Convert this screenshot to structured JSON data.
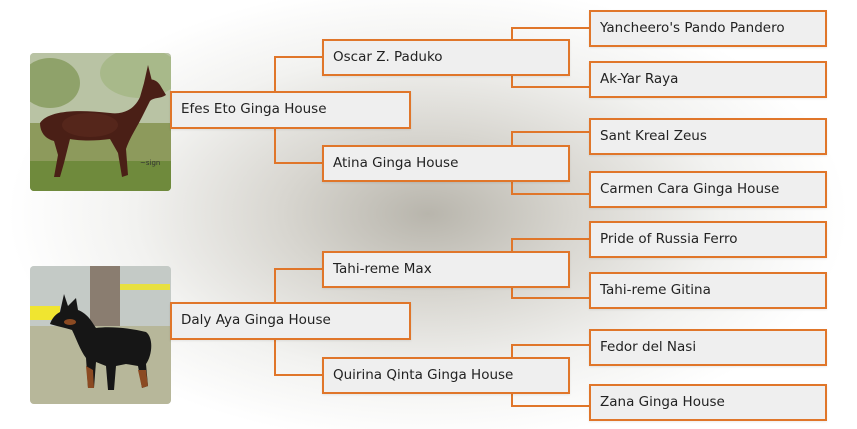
{
  "pedigree": {
    "generation_1": [
      {
        "name": "Efes Eto Ginga House"
      },
      {
        "name": "Daly Aya Ginga House"
      }
    ],
    "generation_2": [
      {
        "name": "Oscar Z. Paduko"
      },
      {
        "name": "Atina Ginga House"
      },
      {
        "name": "Tahi-reme Max"
      },
      {
        "name": "Quirina Qinta Ginga House"
      }
    ],
    "generation_3": [
      {
        "name": "Yancheero's Pando Pandero"
      },
      {
        "name": "Ak-Yar Raya"
      },
      {
        "name": "Sant Kreal Zeus"
      },
      {
        "name": "Carmen Cara Ginga House"
      },
      {
        "name": "Pride of Russia Ferro"
      },
      {
        "name": "Tahi-reme Gitina"
      },
      {
        "name": "Fedor del Nasi"
      },
      {
        "name": "Zana Ginga House"
      }
    ]
  },
  "colors": {
    "accent": "#e0762a",
    "box_fill": "#efefef"
  }
}
